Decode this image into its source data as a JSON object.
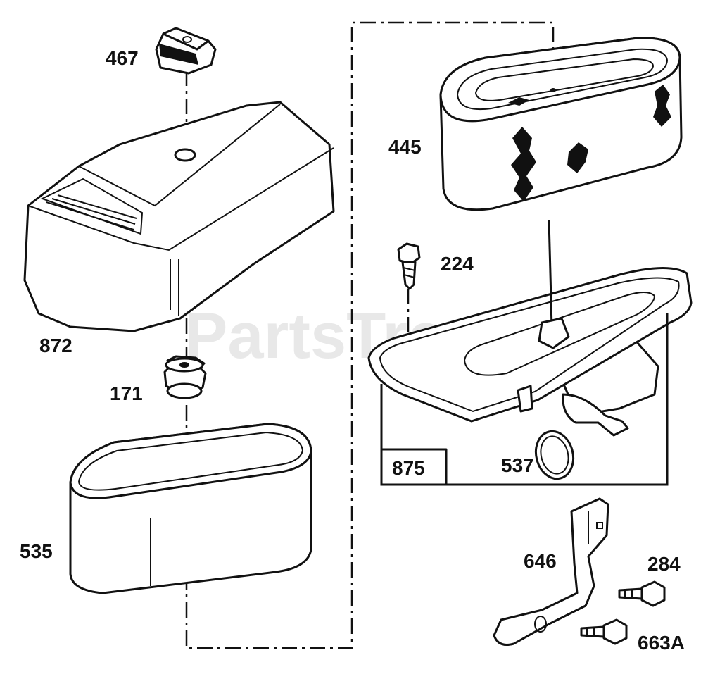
{
  "watermark": "PartsTree",
  "parts": [
    {
      "id": "467"
    },
    {
      "id": "872"
    },
    {
      "id": "171"
    },
    {
      "id": "535"
    },
    {
      "id": "445"
    },
    {
      "id": "224"
    },
    {
      "id": "875"
    },
    {
      "id": "537"
    },
    {
      "id": "646"
    },
    {
      "id": "284"
    },
    {
      "id": "663A"
    }
  ],
  "colors": {
    "ink": "#111111",
    "background": "#ffffff"
  }
}
